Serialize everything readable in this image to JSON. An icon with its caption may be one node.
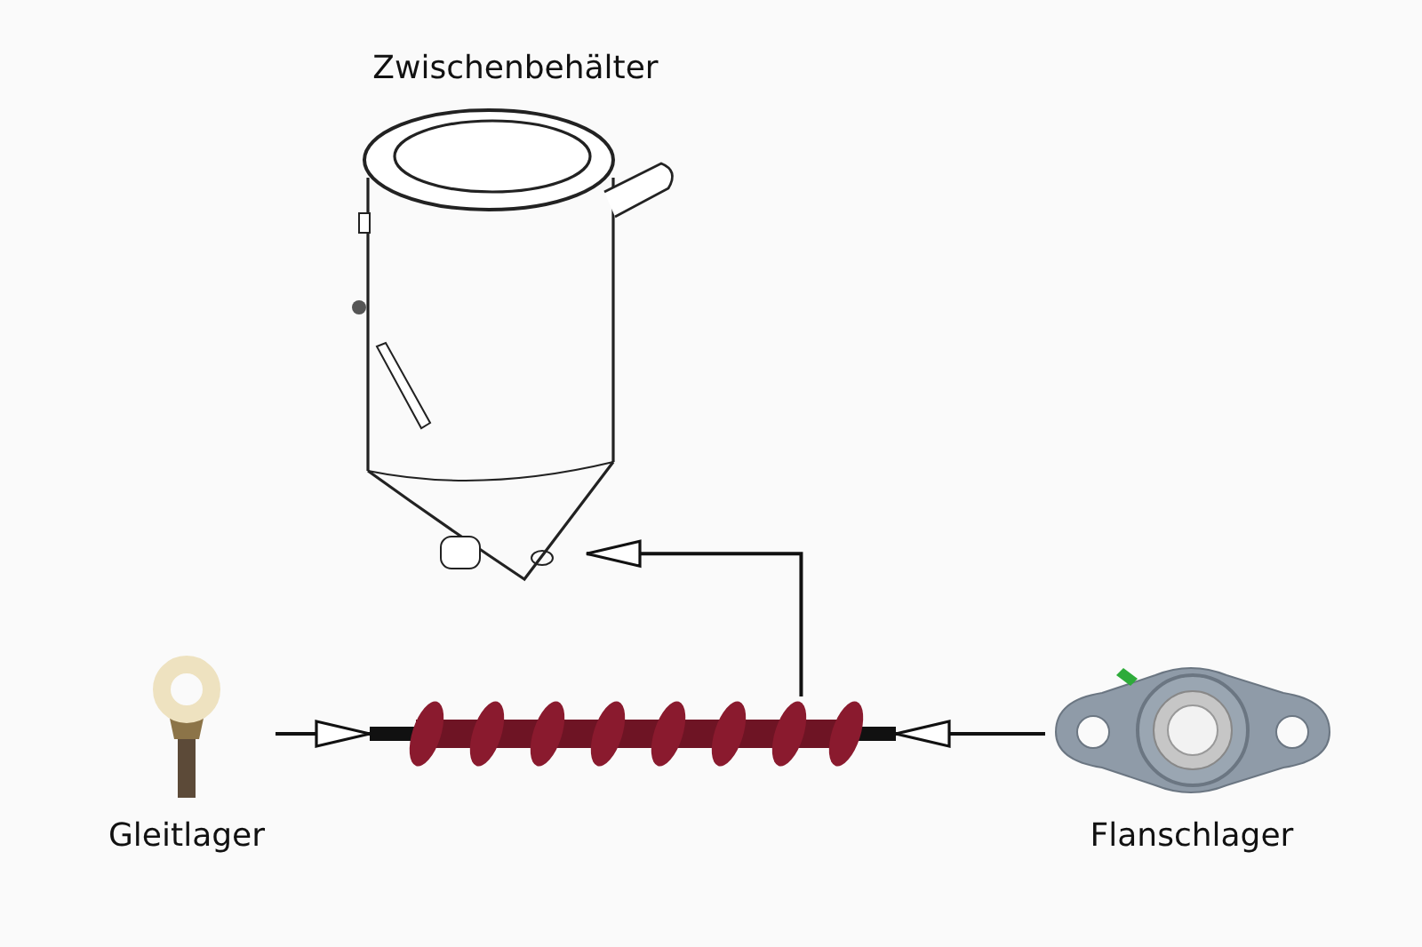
{
  "diagram": {
    "nodes": [
      {
        "text": [
          "Zwischenbehälter"
        ]
      },
      {
        "text": [],
        "shape": "picture"
      },
      {
        "text": [
          "Gleitlager"
        ]
      },
      {
        "text": [
          "Flanschlager"
        ]
      }
    ],
    "edges": [
      {
        "from": 2,
        "to": 1,
        "arrow": "to"
      },
      {
        "from": 3,
        "to": 1,
        "arrow": "to"
      },
      {
        "from": 1,
        "to": 0,
        "arrow": "to"
      }
    ]
  }
}
